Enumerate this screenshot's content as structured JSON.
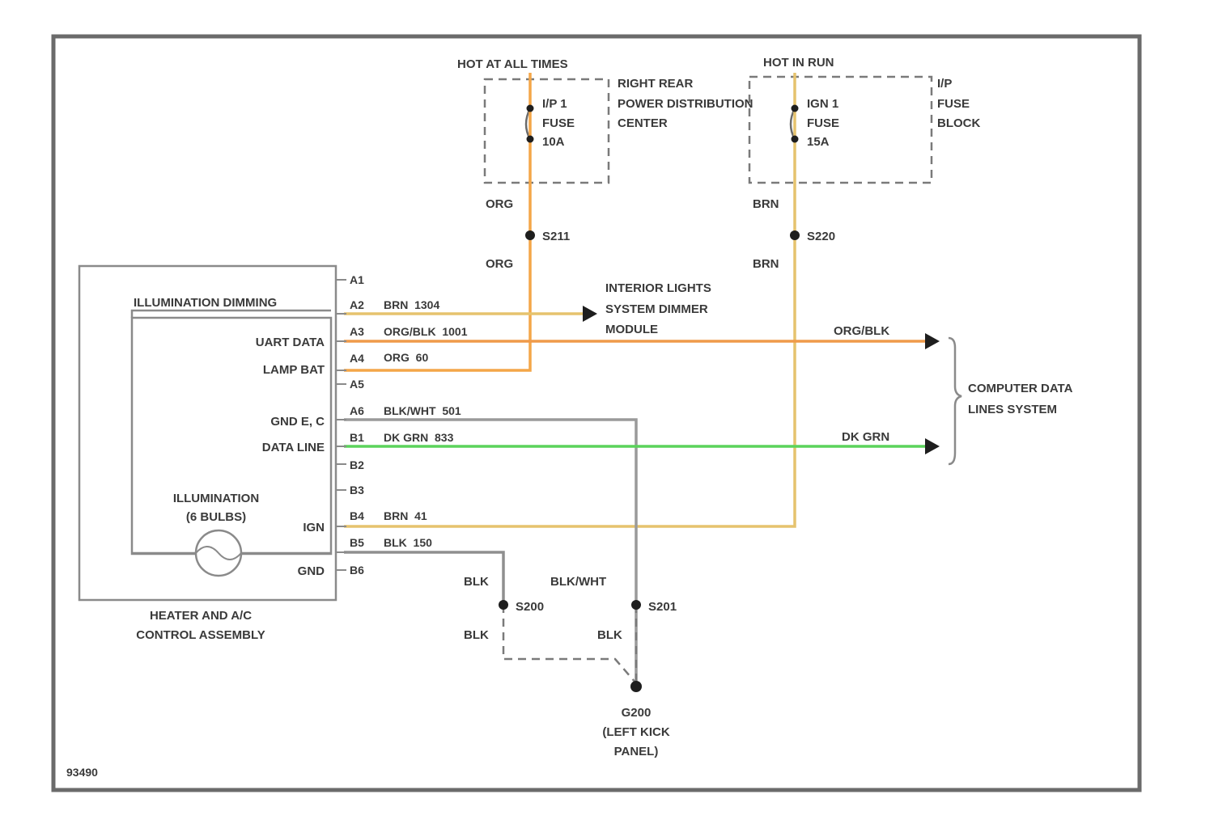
{
  "colors": {
    "org": "#f4a648",
    "brn": "#e6c36e",
    "org_blk": "#ef9a4a",
    "dk_grn": "#5bd35b",
    "blk": "#8f8f8f",
    "blk_wht": "#9a9a9a",
    "frame": "#6b6b6b"
  },
  "power": {
    "hot_at_all_times": "HOT AT ALL TIMES",
    "hot_in_run": "HOT IN RUN",
    "rear_center": [
      "RIGHT REAR",
      "POWER DISTRIBUTION",
      "CENTER"
    ],
    "fuse_ip1": [
      "I/P 1",
      "FUSE",
      "10A"
    ],
    "fuse_ign1": [
      "IGN 1",
      "FUSE",
      "15A"
    ],
    "ip_block": [
      "I/P",
      "FUSE",
      "BLOCK"
    ]
  },
  "wire_colors": {
    "org_top": "ORG",
    "org_bottom": "ORG",
    "brn_top": "BRN",
    "brn_bottom": "BRN",
    "org_blk_right": "ORG/BLK",
    "dk_grn_right": "DK GRN",
    "blk_left_top": "BLK",
    "blk_left_bottom": "BLK",
    "blk_wht_top": "BLK/WHT",
    "blk_right_bottom": "BLK"
  },
  "splices": {
    "s211": "S211",
    "s220": "S220",
    "s200": "S200",
    "s201": "S201"
  },
  "connectors": {
    "a1": "A1",
    "a2": "A2",
    "a3": "A3",
    "a4": "A4",
    "a5": "A5",
    "a6": "A6",
    "b1": "B1",
    "b2": "B2",
    "b3": "B3",
    "b4": "B4",
    "b5": "B5",
    "b6": "B6"
  },
  "circuits": {
    "a2": "BRN  1304",
    "a3": "ORG/BLK  1001",
    "a4": "ORG  60",
    "a6": "BLK/WHT  501",
    "b1": "DK GRN  833",
    "b4": "BRN  41",
    "b5": "BLK  150"
  },
  "module": {
    "illumination_dimming": "ILLUMINATION DIMMING",
    "uart_data": "UART DATA",
    "lamp_bat": "LAMP BAT",
    "gnd_e_c": "GND E, C",
    "data_line": "DATA LINE",
    "illumination": [
      "ILLUMINATION",
      "(6 BULBS)"
    ],
    "ign": "IGN",
    "gnd": "GND",
    "name": [
      "HEATER AND A/C",
      "CONTROL ASSEMBLY"
    ]
  },
  "destinations": {
    "interior_lights": [
      "INTERIOR LIGHTS",
      "SYSTEM DIMMER",
      "MODULE"
    ],
    "computer_data": [
      "COMPUTER DATA",
      "LINES SYSTEM"
    ]
  },
  "ground": [
    "G200",
    "(LEFT KICK",
    "PANEL)"
  ],
  "figure_id": "93490"
}
